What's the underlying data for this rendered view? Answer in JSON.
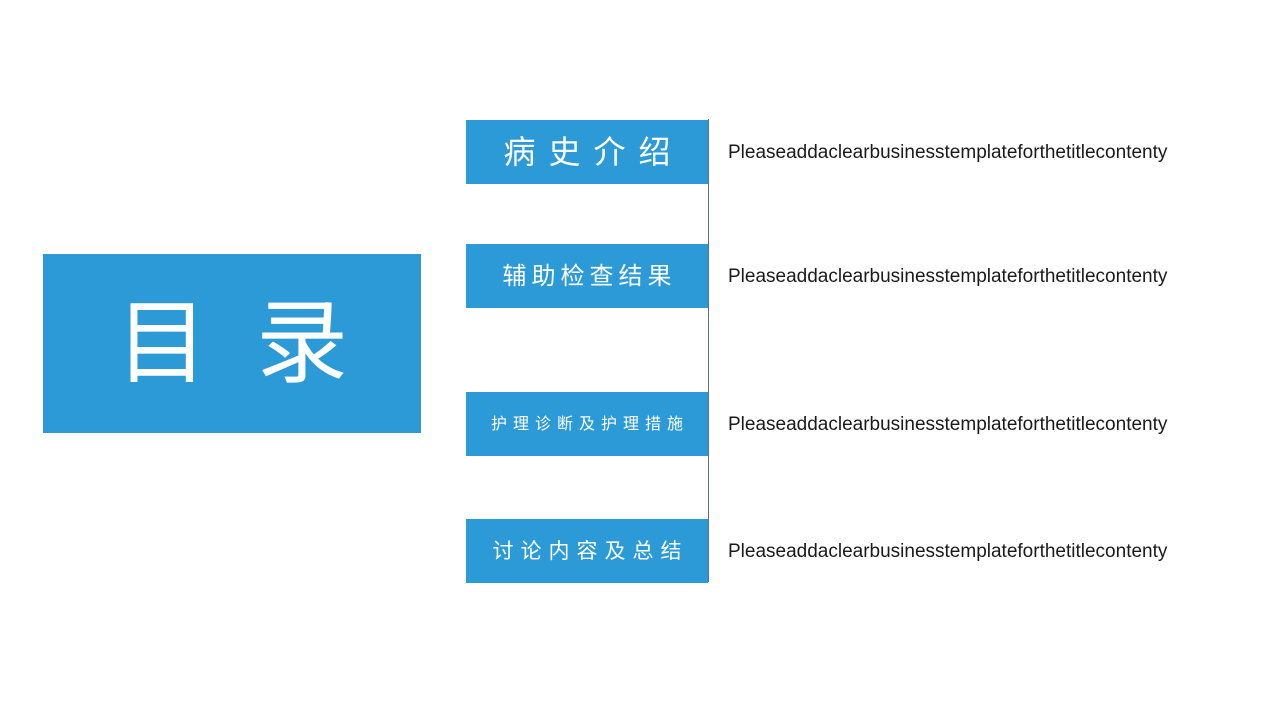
{
  "slide": {
    "title": "目录",
    "accent_color": "#2b9ad6",
    "text_color": "#1a1a1a",
    "items": [
      {
        "label": "病史介绍",
        "description": "Pleaseaddaclearbusinesstemplateforthetitlecontenty"
      },
      {
        "label": "辅助检查结果",
        "description": "Pleaseaddaclearbusinesstemplateforthetitlecontenty"
      },
      {
        "label": "护理诊断及护理措施",
        "description": "Pleaseaddaclearbusinesstemplateforthetitlecontenty"
      },
      {
        "label": "讨论内容及总结",
        "description": "Pleaseaddaclearbusinesstemplateforthetitlecontenty"
      }
    ]
  }
}
